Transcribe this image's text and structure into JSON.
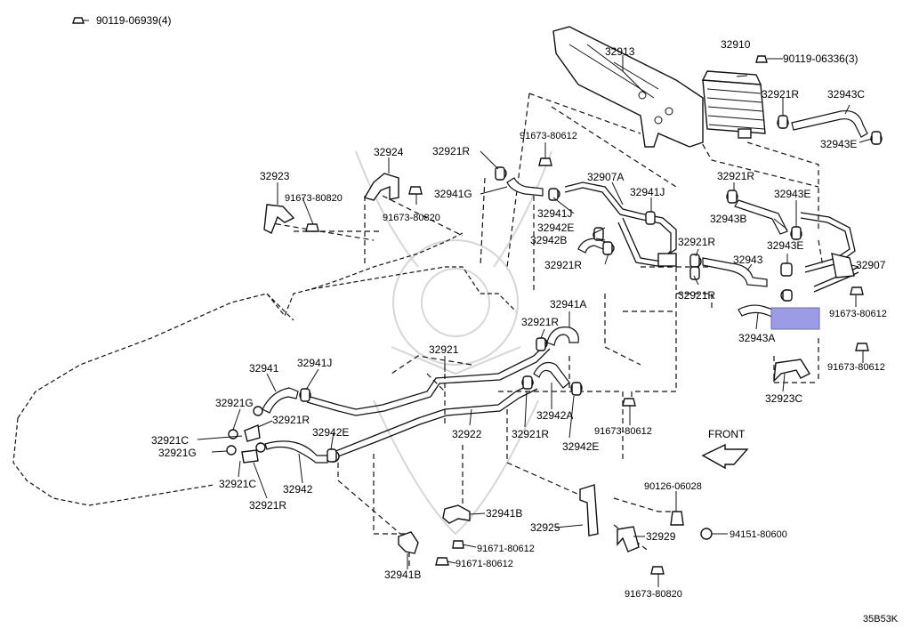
{
  "labels": {
    "p90119_06939": "90119-06939(4)",
    "p32913": "32913",
    "p32910": "32910",
    "p90119_06336": "90119-06336(3)",
    "p32921R_a": "32921R",
    "p32943C": "32943C",
    "p32943E_a": "32943E",
    "p32924": "32924",
    "p32921R_b": "32921R",
    "p91673_80612_a": "91673-80612",
    "p32923": "32923",
    "p91673_80820_a": "91673-80820",
    "p32941G": "32941G",
    "p32907A": "32907A",
    "p91673_80820_b": "91673-80820",
    "p32941J_a": "32941J",
    "p32941J_b": "32941J",
    "p32921R_c": "32921R",
    "p32943E_b": "32943E",
    "p32942E_a": "32942E",
    "p32942B": "32942B",
    "p32943B": "32943B",
    "p32921R_d": "32921R",
    "p32943E_c": "32943E",
    "p32921R_e": "32921R",
    "p32943": "32943",
    "p32907": "32907",
    "p32921R_f": "32921R",
    "p91673_80612_b": "91673-80612",
    "p32941A": "32941A",
    "p32921R_g": "32921R",
    "p32943A": "32943A",
    "p32921": "32921",
    "p91673_80612_c": "91673-80612",
    "p32941": "32941",
    "p32941J_c": "32941J",
    "p32923C": "32923C",
    "p32921G_a": "32921G",
    "p32921R_h": "32921R",
    "p32942A": "32942A",
    "p32921C_a": "32921C",
    "p32942E_b": "32942E",
    "p32921G_b": "32921G",
    "p32922": "32922",
    "p32921R_i": "32921R",
    "p32942E_c": "32942E",
    "p91673_80612_d": "91673-80612",
    "p32921C_b": "32921C",
    "p32942": "32942",
    "p32921R_j": "32921R",
    "p90126_06028": "90126-06028",
    "p32941B_a": "32941B",
    "p32925": "32925",
    "p32929": "32929",
    "p94151_80600": "94151-80600",
    "p91671_80612_a": "91671-80612",
    "p91671_80612_b": "91671-80612",
    "p32941B_b": "32941B",
    "p91673_80820_c": "91673-80820",
    "front": "FRONT",
    "ref_code": "35B53K"
  },
  "highlight_color": "#9c9ce6"
}
